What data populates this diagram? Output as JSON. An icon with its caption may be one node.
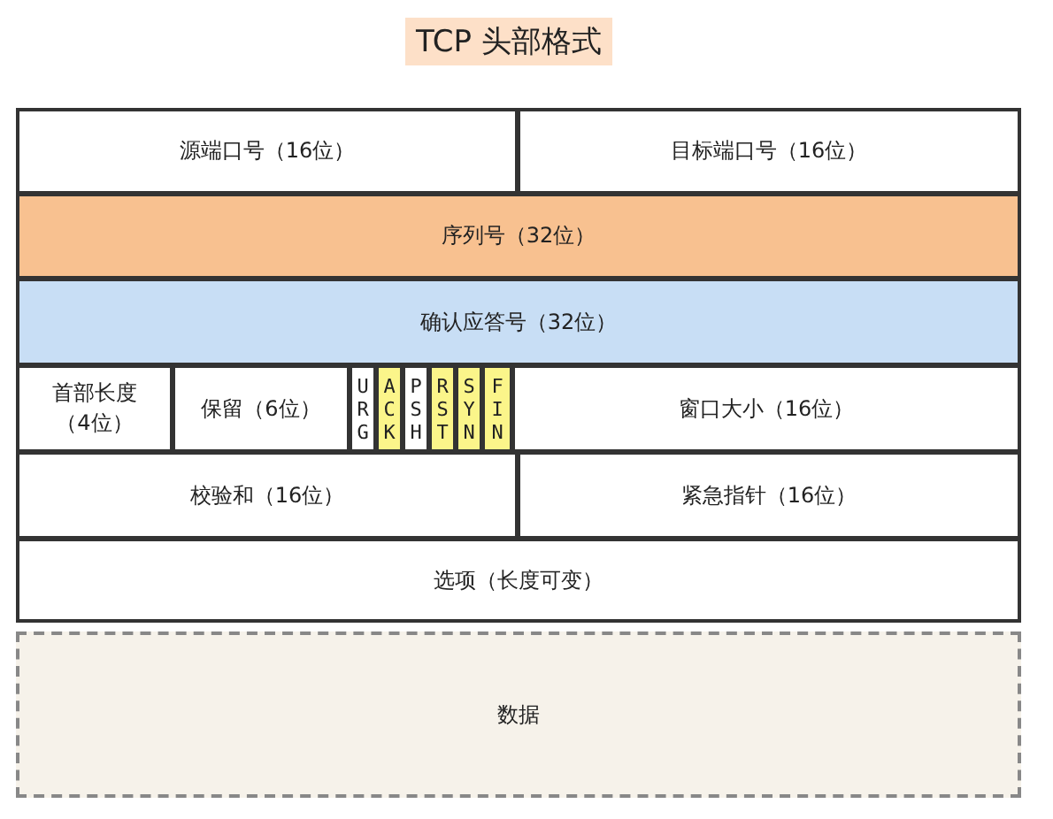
{
  "diagram": {
    "title": "TCP 头部格式",
    "nodes": [
      {
        "text": [
          "源端口号（16位）"
        ]
      },
      {
        "text": [
          "目标端口号（16位）"
        ]
      },
      {
        "text": [
          "序列号（32位）"
        ]
      },
      {
        "text": [
          "确认应答号（32位）"
        ]
      },
      {
        "text": [
          "首部长度（4位）"
        ]
      },
      {
        "text": [
          "保留（6位）"
        ]
      },
      {
        "text": [
          "URG"
        ]
      },
      {
        "text": [
          "ACK"
        ]
      },
      {
        "text": [
          "PSH"
        ]
      },
      {
        "text": [
          "RST"
        ]
      },
      {
        "text": [
          "SYN"
        ]
      },
      {
        "text": [
          "FIN"
        ]
      },
      {
        "text": [
          "窗口大小（16位）"
        ]
      },
      {
        "text": [
          "校验和（16位）"
        ]
      },
      {
        "text": [
          "紧急指针（16位）"
        ]
      },
      {
        "text": [
          "选项（长度可变）"
        ]
      },
      {
        "text": [
          "数据"
        ]
      }
    ],
    "edges": []
  }
}
